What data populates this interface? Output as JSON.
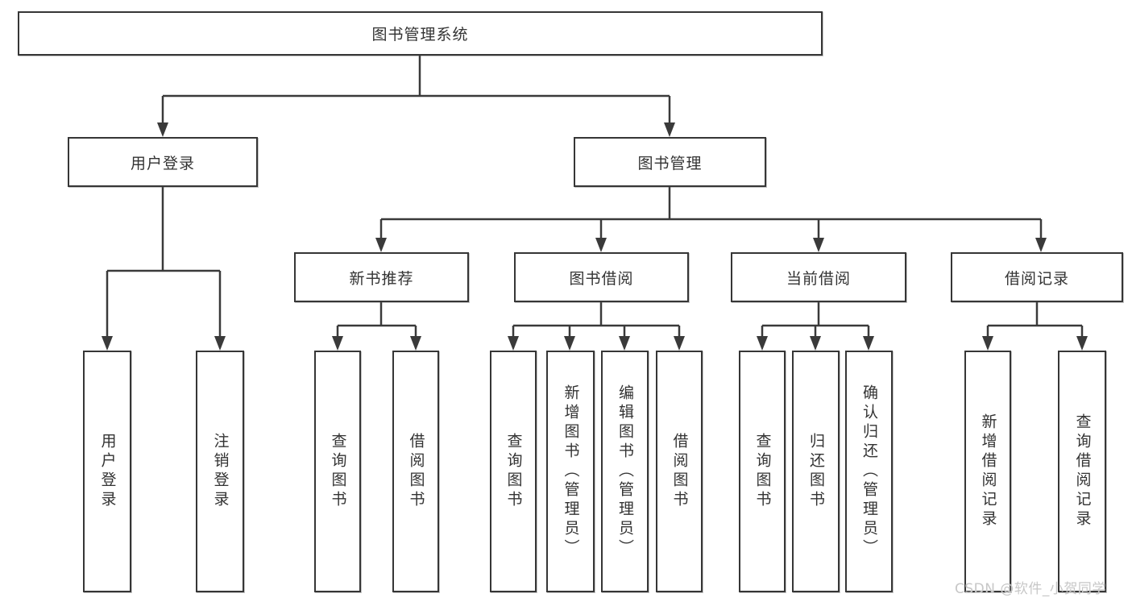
{
  "diagram": {
    "type": "hierarchy-tree",
    "title": "图书管理系统"
  },
  "tree": {
    "label": "图书管理系统",
    "children": [
      {
        "label": "用户登录",
        "children": [
          {
            "label": "用户登录"
          },
          {
            "label": "注销登录"
          }
        ]
      },
      {
        "label": "图书管理",
        "children": [
          {
            "label": "新书推荐",
            "children": [
              {
                "label": "查询图书"
              },
              {
                "label": "借阅图书"
              }
            ]
          },
          {
            "label": "图书借阅",
            "children": [
              {
                "label": "查询图书"
              },
              {
                "label": "新增图书（管理员）"
              },
              {
                "label": "编辑图书（管理员）"
              },
              {
                "label": "借阅图书"
              }
            ]
          },
          {
            "label": "当前借阅",
            "children": [
              {
                "label": "查询图书"
              },
              {
                "label": "归还图书"
              },
              {
                "label": "确认归还（管理员）"
              }
            ]
          },
          {
            "label": "借阅记录",
            "children": [
              {
                "label": "新增借阅记录"
              },
              {
                "label": "查询借阅记录"
              }
            ]
          }
        ]
      }
    ]
  },
  "watermark": {
    "text": "CSDN @软件_小贺同学"
  },
  "colors": {
    "line": "#3a3a3a",
    "box_border": "#363636",
    "text": "#333333",
    "background": "#ffffff",
    "watermark": "#c7c7c7"
  }
}
